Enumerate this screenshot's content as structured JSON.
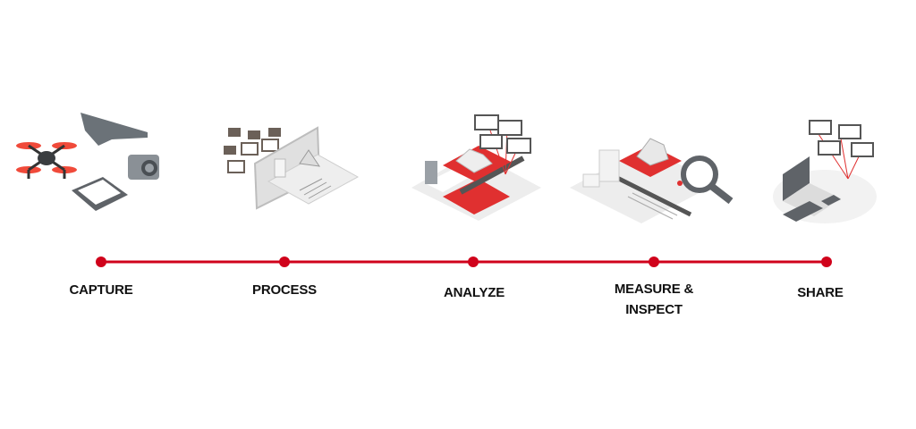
{
  "colors": {
    "accent": "#d0021b",
    "dark": "#5f6368",
    "light": "#e6e6e6"
  },
  "stages": [
    {
      "label": "CAPTURE",
      "icon": "drone-camera-tablet-icon"
    },
    {
      "label": "PROCESS",
      "icon": "monitor-photos-icon"
    },
    {
      "label": "ANALYZE",
      "icon": "map-model-icon"
    },
    {
      "label": "MEASURE &",
      "label2": "INSPECT",
      "icon": "magnifier-map-icon"
    },
    {
      "label": "SHARE",
      "icon": "laptop-share-icon"
    }
  ]
}
